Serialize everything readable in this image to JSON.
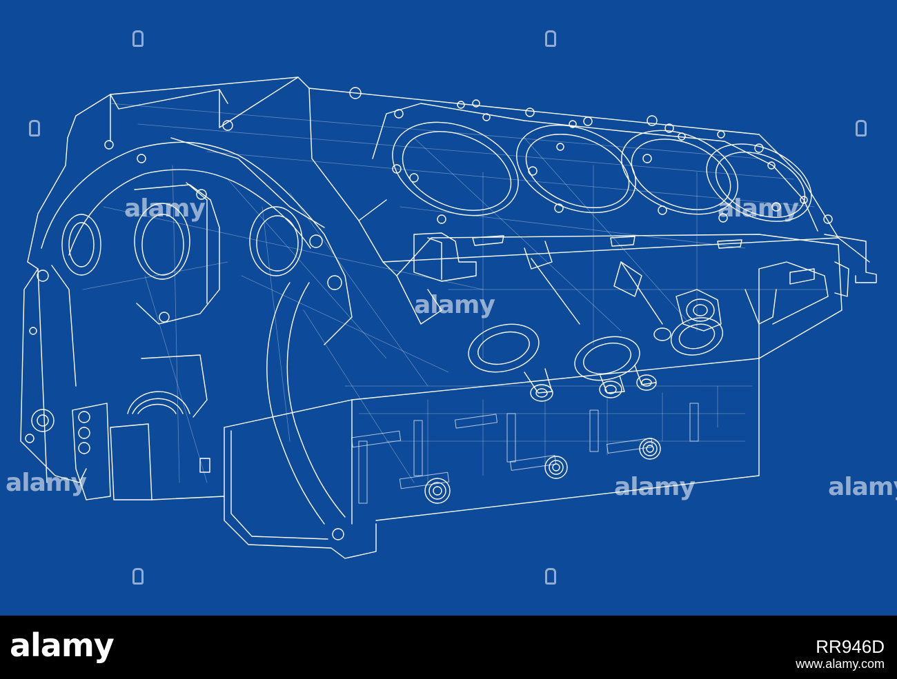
{
  "watermark": {
    "text": "alamy"
  },
  "footer": {
    "logo": "alamy",
    "image_id": "RR946D",
    "url": "www.alamy.com"
  },
  "colors": {
    "background": "#0d4a99",
    "line": "#ffffff",
    "footer": "#000000"
  }
}
